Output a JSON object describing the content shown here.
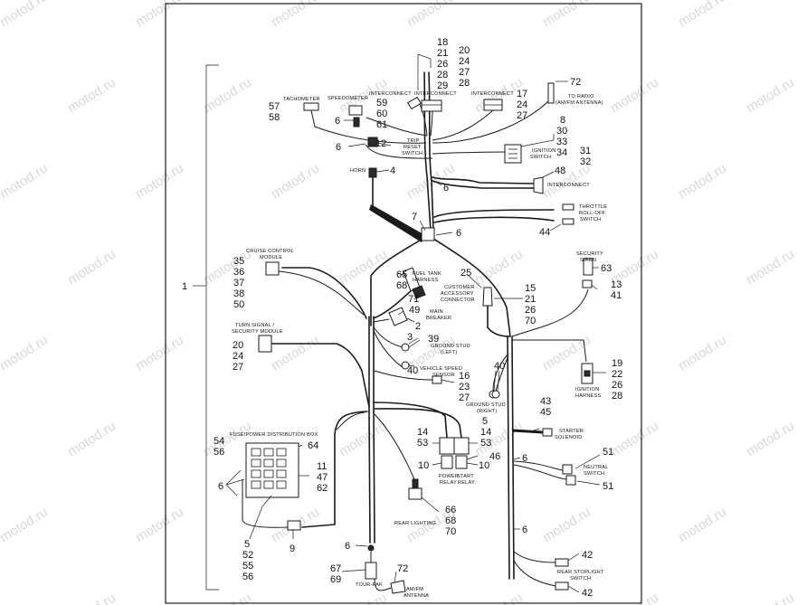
{
  "watermark": "motod.ru",
  "labels": {
    "tachometer": "TACHOMETER",
    "speedometer": "SPEEDOMETER",
    "interconnect": "INTERCONNECT",
    "to_radio_1": "TO RADIO",
    "to_radio_2": "(AM/FM ANTENNA)",
    "trip_reset_1": "TRIP",
    "trip_reset_2": "RESET",
    "trip_reset_3": "SWITCH",
    "ignition_switch_1": "IGNITION",
    "ignition_switch_2": "SWITCH",
    "horn": "HORN",
    "throttle_1": "THROTTLE",
    "throttle_2": "ROLL-OFF",
    "throttle_3": "SWITCH",
    "cruise_1": "CRUISE CONTROL",
    "cruise_2": "MODULE",
    "fuel_tank_1": "FUEL TANK",
    "fuel_tank_2": "HARNESS",
    "customer_1": "CUSTOMER",
    "customer_2": "ACCESSORY",
    "customer_3": "CONNECTOR",
    "security_siren_1": "SECURITY",
    "security_siren_2": "SIREN",
    "main_breaker_1": "MAIN",
    "main_breaker_2": "BREAKER",
    "turn_signal_1": "TURN SIGNAL /",
    "turn_signal_2": "SECURITY MODULE",
    "ground_left_1": "GROUND STUD",
    "ground_left_2": "(LEFT)",
    "vss_1": "VEHICLE SPEED",
    "vss_2": "SENSOR",
    "ground_right_1": "GROUND STUD",
    "ground_right_2": "(RIGHT)",
    "ignition_harness_1": "IGNITION",
    "ignition_harness_2": "HARNESS",
    "fuse_box": "FUSE/POWER DISTRIBUTION BOX",
    "starter_1": "STARTER",
    "starter_2": "SOLENOID",
    "power_relay_1": "POWER",
    "power_relay_2": "RELAY",
    "start_relay_1": "START",
    "start_relay_2": "RELAY",
    "neutral_1": "NEUTRAL",
    "neutral_2": "SWITCH",
    "rear_lighting": "REAR LIGHTING",
    "rear_stoplight_1": "REAR STOPLIGHT",
    "rear_stoplight_2": "SWITCH",
    "tour_pak": "TOUR-PAK",
    "amfm_1": "AM/FM",
    "amfm_2": "ANTENNA"
  },
  "callouts": {
    "c1": "1",
    "tach": [
      "57",
      "58"
    ],
    "speedo_6": "6",
    "speedo": [
      "59",
      "60",
      "61"
    ],
    "ic_left": [
      "18",
      "21",
      "26",
      "28",
      "29"
    ],
    "ic_mid": [
      "20",
      "24",
      "27",
      "28"
    ],
    "ic_right": [
      "17",
      "24",
      "27"
    ],
    "radio": "72",
    "ign_switch": [
      "8",
      "30",
      "33",
      "34"
    ],
    "ign_switch_b": [
      "31",
      "32"
    ],
    "trip_6": "6",
    "trip_12": "12",
    "horn": "4",
    "interconnect_48": "48",
    "six_upper": "6",
    "seven": "7",
    "six_junction": "6",
    "throttle": "44",
    "cruise": [
      "35",
      "36",
      "37",
      "38",
      "50"
    ],
    "fuel_tank": [
      "65",
      "68"
    ],
    "c25": "25",
    "c71": "71",
    "customer": [
      "15",
      "21",
      "26",
      "70"
    ],
    "siren_63": "63",
    "siren_low": [
      "13",
      "41"
    ],
    "c49": "49",
    "c2": "2",
    "c3": "3",
    "c39": "39",
    "turn_signal": [
      "20",
      "24",
      "27"
    ],
    "c40_left": "40",
    "vss": [
      "16",
      "23",
      "27"
    ],
    "c40_right": "40",
    "ign_harness": [
      "19",
      "22",
      "26",
      "28"
    ],
    "fuse_left": [
      "54",
      "56"
    ],
    "fuse_64": "64",
    "fuse_right": [
      "11",
      "47",
      "62"
    ],
    "fuse_6": "6",
    "relay_left": [
      "14",
      "53"
    ],
    "relay_right": [
      "5",
      "14",
      "53"
    ],
    "c46": "46",
    "relay_10a": "10",
    "relay_10b": "10",
    "starter": [
      "43",
      "45"
    ],
    "six_right_a": "6",
    "neutral_51a": "51",
    "neutral_51b": "51",
    "rear_lighting": [
      "66",
      "68",
      "70"
    ],
    "six_right_b": "6",
    "c9": "9",
    "fuse_bottom": [
      "5",
      "52",
      "55",
      "56"
    ],
    "six_bottom": "6",
    "tourpak": [
      "67",
      "69"
    ],
    "amfm": "72",
    "stop_42a": "42",
    "stop_42b": "42"
  }
}
